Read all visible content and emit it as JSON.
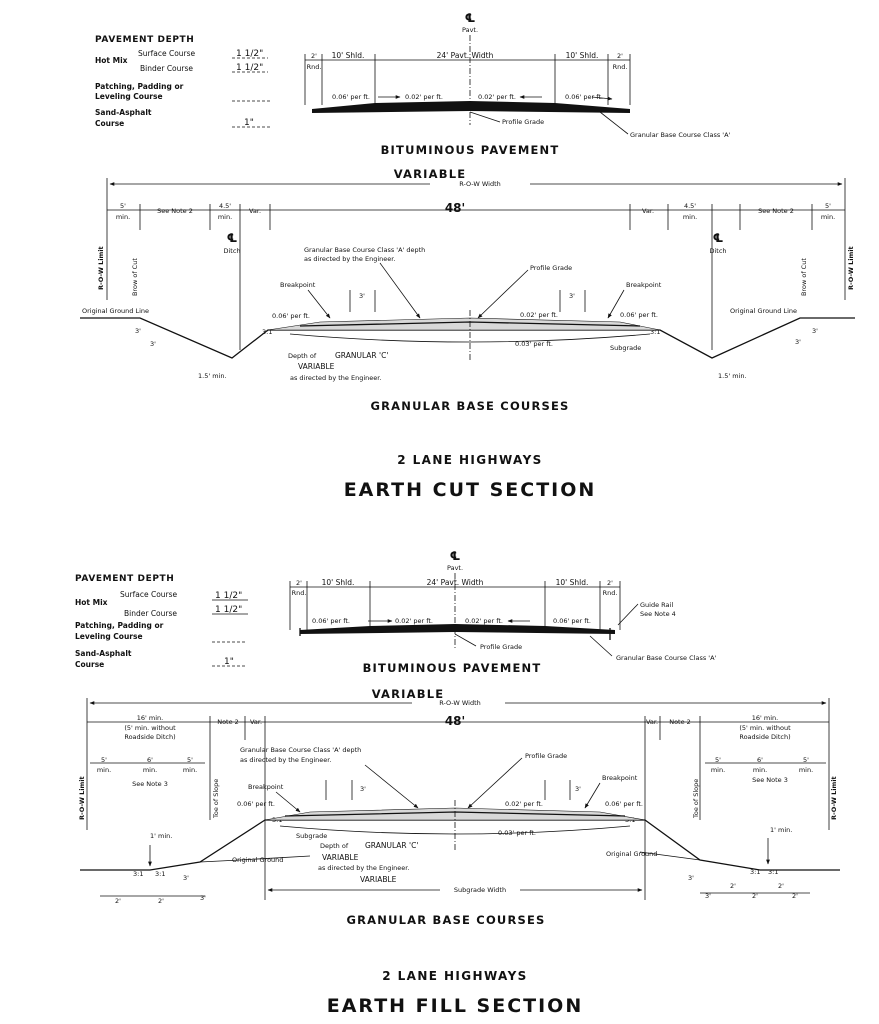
{
  "cut": {
    "pavement_depth": {
      "heading": "PAVEMENT DEPTH",
      "hot_mix": "Hot Mix",
      "surface_course": "Surface Course",
      "surface_value": "1 1/2\"",
      "binder_course": "Binder Course",
      "binder_value": "1 1/2\"",
      "patching_1": "Patching, Padding or",
      "patching_2": "Leveling Course",
      "patching_value": "",
      "sand_1": "Sand-Asphalt",
      "sand_2": "Course",
      "sand_value": "1\""
    },
    "bituminous": {
      "centerline": "℄",
      "pavt": "Pavt.",
      "rnd_left": "2'",
      "rnd_left_lbl": "Rnd.",
      "shld_left": "10' Shld.",
      "pavt_width": "24' Pavt. Width",
      "shld_right": "10' Shld.",
      "rnd_right": "2'",
      "rnd_right_lbl": "Rnd.",
      "slope_shld_left": "0.06' per ft.",
      "slope_pave_left": "0.02' per ft.",
      "slope_pave_right": "0.02' per ft.",
      "slope_shld_right": "0.06' per ft.",
      "profile_grade": "Profile Grade",
      "granular_base": "Granular Base Course Class 'A'",
      "caption": "BITUMINOUS PAVEMENT"
    },
    "granular": {
      "variable": "VARIABLE",
      "row_width": "R-O-W Width",
      "min5_left": "5'",
      "min_lbl": "min.",
      "see_note2_left": "See Note 2",
      "min45_left": "4.5'",
      "var_left": "Var.",
      "width48": "48'",
      "var_right": "Var.",
      "min45_right": "4.5'",
      "see_note2_right": "See Note 2",
      "min5_right": "5'",
      "row_limit": "R-O-W Limit",
      "brow_of_cut": "Brow of Cut",
      "ditch_cl": "℄",
      "ditch": "Ditch",
      "granular_note_1": "Granular Base Course Class 'A' depth",
      "granular_note_2": "as directed by the Engineer.",
      "profile_grade": "Profile Grade",
      "breakpoint": "Breakpoint",
      "dim3": "3'",
      "original_ground_line": "Original Ground Line",
      "slope006": "0.06' per ft.",
      "slope002": "0.02' per ft.",
      "slope003": "0.03' per ft.",
      "slope31": "3:1",
      "subgrade": "Subgrade",
      "depth_of": "Depth of",
      "granular_c": "GRANULAR 'C'",
      "variable2": "VARIABLE",
      "directed": "as directed by the Engineer.",
      "min15": "1.5' min.",
      "caption": "GRANULAR BASE COURSES"
    },
    "subtitle": "2 LANE HIGHWAYS",
    "title": "EARTH CUT SECTION"
  },
  "fill": {
    "pavement_depth": {
      "heading": "PAVEMENT DEPTH",
      "hot_mix": "Hot Mix",
      "surface_course": "Surface Course",
      "surface_value": "1 1/2\"",
      "binder_course": "Binder Course",
      "binder_value": "1 1/2\"",
      "patching_1": "Patching, Padding or",
      "patching_2": "Leveling Course",
      "patching_value": "",
      "sand_1": "Sand-Asphalt",
      "sand_2": "Course",
      "sand_value": "1\""
    },
    "bituminous": {
      "centerline": "℄",
      "pavt": "Pavt.",
      "rnd_left": "2'",
      "rnd_left_lbl": "Rnd.",
      "shld_left": "10' Shld.",
      "pavt_width": "24' Pavt. Width",
      "shld_right": "10' Shld.",
      "rnd_right": "2'",
      "rnd_right_lbl": "Rnd.",
      "slope_shld_left": "0.06' per ft.",
      "slope_pave_left": "0.02' per ft.",
      "slope_pave_right": "0.02' per ft.",
      "slope_shld_right": "0.06' per ft.",
      "guide_rail_1": "Guide Rail",
      "guide_rail_2": "See Note 4",
      "profile_grade": "Profile Grade",
      "granular_base": "Granular Base Course Class 'A'",
      "caption": "BITUMINOUS PAVEMENT"
    },
    "granular": {
      "variable": "VARIABLE",
      "row_width": "R-O-W Width",
      "min16": "16' min.",
      "without_1": "(5' min. without",
      "without_2": "Roadside Ditch)",
      "note2": "Note 2",
      "var": "Var.",
      "width48": "48'",
      "min5": "5'",
      "min6": "6'",
      "min_lbl": "min.",
      "see_note3": "See Note 3",
      "row_limit": "R-O-W Limit",
      "toe_of_slope": "Toe of Slope",
      "granular_note_1": "Granular Base Course Class 'A' depth",
      "granular_note_2": "as directed by the Engineer.",
      "profile_grade": "Profile Grade",
      "breakpoint": "Breakpoint",
      "dim3": "3'",
      "dim2": "2'",
      "min1": "1' min.",
      "slope006": "0.06' per ft.",
      "slope002": "0.02' per ft.",
      "slope003": "0.03' per ft.",
      "slope31": "3:1",
      "subgrade": "Subgrade",
      "original_ground": "Original Ground",
      "depth_of": "Depth of",
      "granular_c": "GRANULAR 'C'",
      "variable2": "VARIABLE",
      "directed": "as directed by the Engineer.",
      "variable3": "VARIABLE",
      "subgrade_width": "Subgrade Width",
      "caption": "GRANULAR BASE COURSES"
    },
    "subtitle": "2 LANE HIGHWAYS",
    "title": "EARTH FILL SECTION"
  }
}
